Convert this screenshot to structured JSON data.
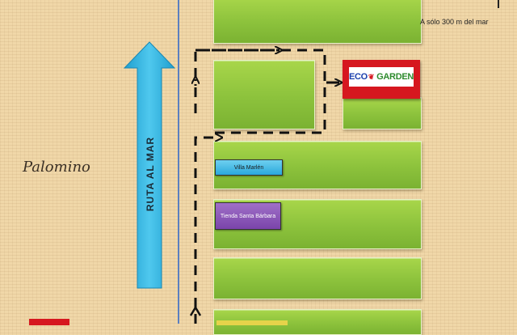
{
  "map": {
    "town_label": "Palomino",
    "road_label": "RUTA AL MAR",
    "distance_note": "A sólo 300 m del mar",
    "places": [
      {
        "name": "Villa Marlén"
      },
      {
        "name": "Tienda Santa Bárbara"
      }
    ],
    "highlight": {
      "brand_a": "ECO",
      "brand_b": "GARDEN"
    },
    "colors": {
      "background": "#f0d7a8",
      "block_green": "#8cc23c",
      "road_arrow": "#2ab0d8",
      "route_dash": "#111111",
      "divider_line": "#5b7fc0",
      "eco_frame": "#d6171f"
    },
    "icons": [
      "up-arrow-icon",
      "dashed-route-arrows",
      "leaf-icon"
    ]
  }
}
